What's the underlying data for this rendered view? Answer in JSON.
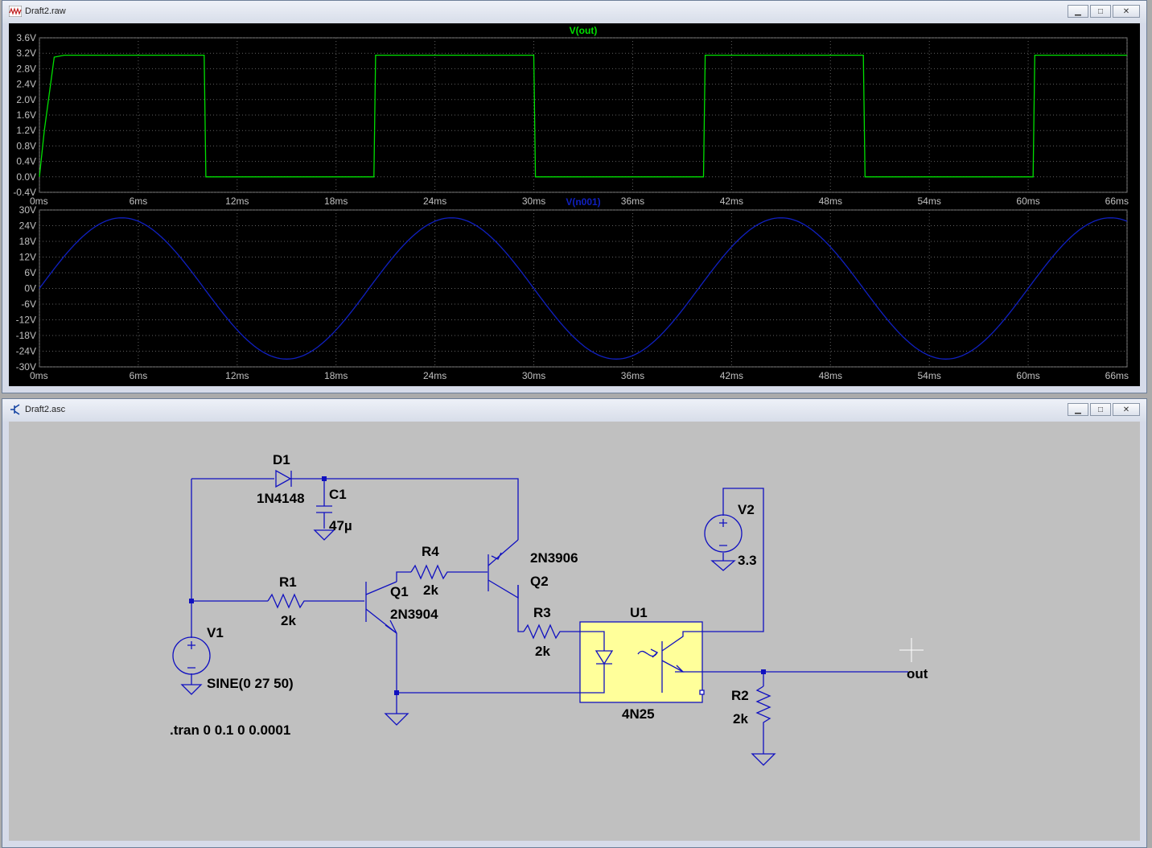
{
  "waveform_window": {
    "title": "Draft2.raw",
    "icon": "waveform-icon",
    "controls": [
      "minimize",
      "maximize",
      "close"
    ]
  },
  "schematic_window": {
    "title": "Draft2.asc",
    "icon": "schematic-icon",
    "controls": [
      "minimize",
      "maximize",
      "close"
    ]
  },
  "colors": {
    "trace_out": "#00e000",
    "trace_n001": "#1020c0",
    "plot_bg": "#000000",
    "schematic_bg": "#c0c0c0",
    "wire": "#1010c0",
    "optocoupler_fill": "#ffff9a"
  },
  "chart_data": [
    {
      "type": "line",
      "title": "V(out)",
      "ylim": [
        -0.4,
        3.6
      ],
      "y_ticks": [
        "3.6V",
        "3.2V",
        "2.8V",
        "2.4V",
        "2.0V",
        "1.6V",
        "1.2V",
        "0.8V",
        "0.4V",
        "0.0V",
        "-0.4V"
      ],
      "x_ticks": [
        "0ms",
        "6ms",
        "12ms",
        "18ms",
        "24ms",
        "30ms",
        "36ms",
        "42ms",
        "48ms",
        "54ms",
        "60ms",
        "66ms"
      ],
      "xlim": [
        0,
        66
      ],
      "series": [
        {
          "name": "V(out)",
          "x": [
            0,
            0.3,
            0.9,
            1.5,
            10.0,
            10.1,
            20.3,
            20.4,
            30.0,
            30.1,
            40.3,
            40.4,
            50.0,
            50.1,
            60.3,
            60.4,
            66
          ],
          "y": [
            0.0,
            1.2,
            3.1,
            3.15,
            3.15,
            0.0,
            0.0,
            3.15,
            3.15,
            0.0,
            0.0,
            3.15,
            3.15,
            0.0,
            0.0,
            3.15,
            3.15
          ]
        }
      ]
    },
    {
      "type": "line",
      "title": "V(n001)",
      "ylim": [
        -30,
        30
      ],
      "y_ticks": [
        "30V",
        "24V",
        "18V",
        "12V",
        "6V",
        "0V",
        "-6V",
        "-12V",
        "-18V",
        "-24V",
        "-30V"
      ],
      "x_ticks": [
        "0ms",
        "6ms",
        "12ms",
        "18ms",
        "24ms",
        "30ms",
        "36ms",
        "42ms",
        "48ms",
        "54ms",
        "60ms",
        "66ms"
      ],
      "xlim": [
        0,
        66
      ],
      "series": [
        {
          "name": "V(n001)",
          "amplitude": 27,
          "frequency_hz": 50,
          "offset": 0
        }
      ]
    }
  ],
  "schematic": {
    "D1": {
      "ref": "D1",
      "value": "1N4148"
    },
    "C1": {
      "ref": "C1",
      "value": "47µ"
    },
    "R1": {
      "ref": "R1",
      "value": "2k"
    },
    "R4": {
      "ref": "R4",
      "value": "2k"
    },
    "R3": {
      "ref": "R3",
      "value": "2k"
    },
    "R2": {
      "ref": "R2",
      "value": "2k"
    },
    "Q1": {
      "ref": "Q1",
      "value": "2N3904"
    },
    "Q2": {
      "ref": "Q2",
      "value": "2N3906"
    },
    "V1": {
      "ref": "V1",
      "value": "SINE(0 27 50)"
    },
    "V2": {
      "ref": "V2",
      "value": "3.3"
    },
    "U1": {
      "ref": "U1",
      "value": "4N25"
    },
    "net_out": "out",
    "directive": ".tran 0 0.1 0 0.0001"
  }
}
